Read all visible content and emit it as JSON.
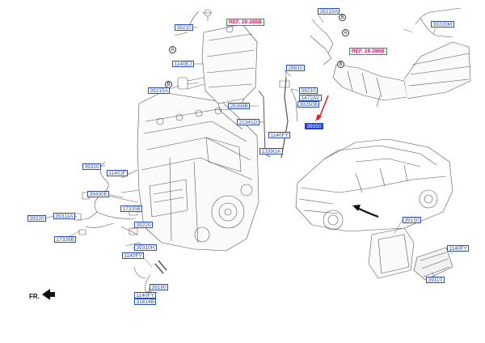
{
  "diagram": {
    "ref_labels": [
      "REF. 28-285B",
      "REF. 28-286B"
    ],
    "markers": [
      "A",
      "B",
      "A",
      "B",
      "B"
    ],
    "part_numbers": [
      "39210",
      "1140EJ",
      "39215A",
      "39210A",
      "39220M",
      "28810",
      "39210",
      "1472AV",
      "39250B",
      "28368B",
      "22341D",
      "1140FY",
      "1339GA",
      "39350",
      "39320",
      "1140JF",
      "39430E",
      "39220",
      "39311A",
      "17335B",
      "39220",
      "17335B",
      "39310H",
      "1140FY",
      "39180",
      "1140FY",
      "31614B",
      "39150",
      "1140FY",
      "39110"
    ],
    "orientation_label": "FR."
  }
}
